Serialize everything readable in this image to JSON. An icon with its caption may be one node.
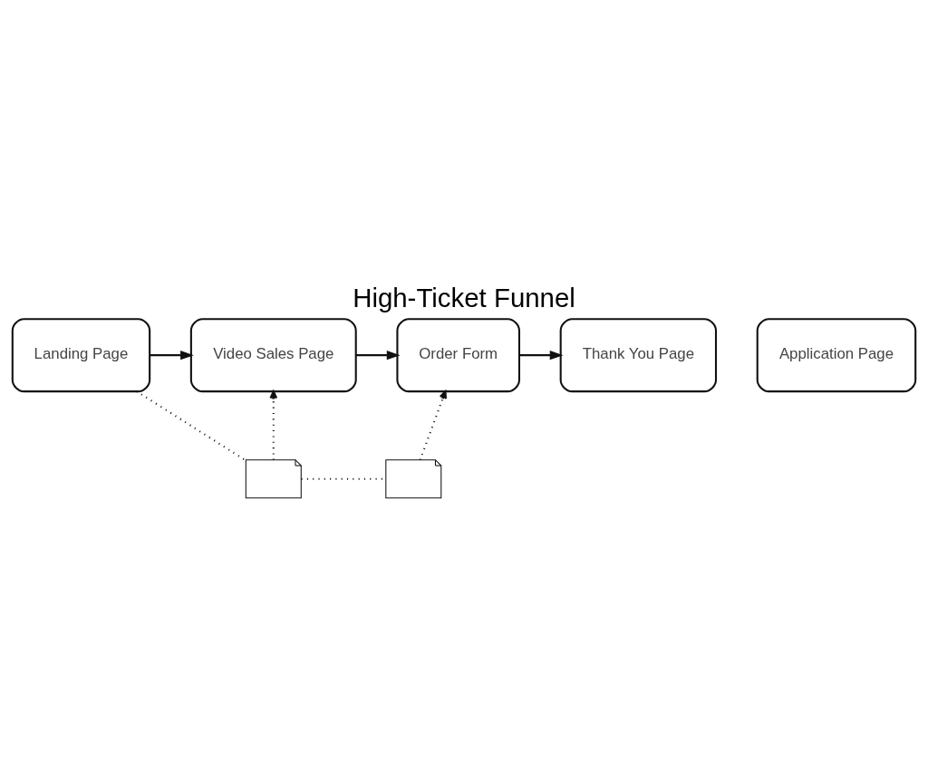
{
  "diagram": {
    "title": "High-Ticket Funnel",
    "nodes": [
      {
        "text": [
          "Landing Page"
        ]
      },
      {
        "text": [
          "Video Sales Page"
        ]
      },
      {
        "text": [
          "Application Page"
        ]
      },
      {
        "text": [
          "Order Form"
        ]
      },
      {
        "text": [
          "Thank You Page"
        ]
      },
      {
        "text": [],
        "shape": "picture"
      },
      {
        "text": [],
        "shape": "picture"
      }
    ],
    "edges": [
      {
        "from": 0,
        "to": 1,
        "arrow": "to"
      },
      {
        "from": 1,
        "to": 3,
        "arrow": "to"
      },
      {
        "from": 3,
        "to": 4,
        "arrow": "to"
      },
      {
        "from": 0,
        "to": 5,
        "arrow": "none",
        "style": "dashed"
      },
      {
        "from": 5,
        "to": 1,
        "arrow": "to",
        "style": "dashed"
      },
      {
        "from": 5,
        "to": 6,
        "arrow": "none",
        "style": "dashed"
      },
      {
        "from": 6,
        "to": 3,
        "arrow": "to",
        "style": "dashed"
      }
    ]
  }
}
